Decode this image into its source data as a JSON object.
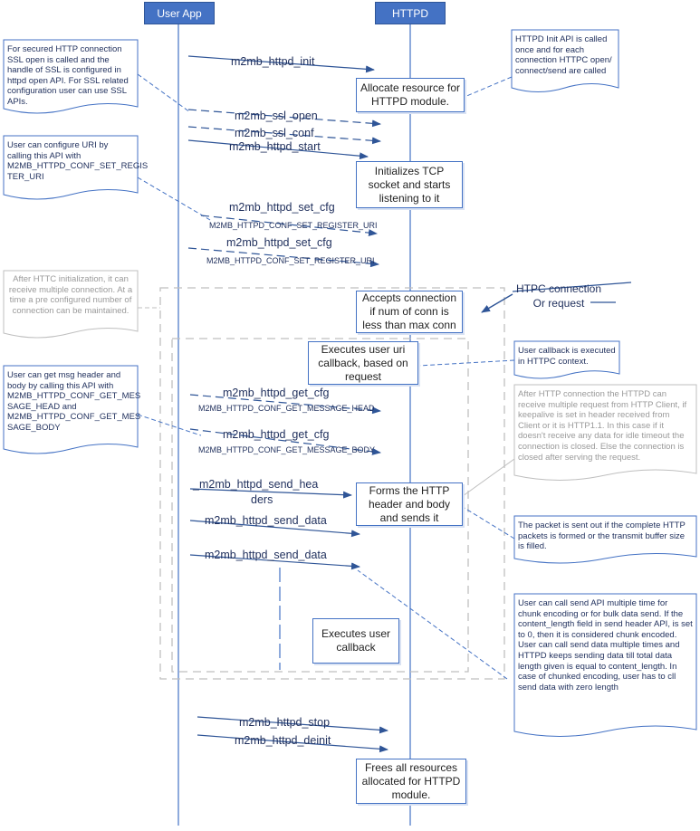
{
  "lanes": {
    "user_app": "User App",
    "httpd": "HTTPD"
  },
  "messages": {
    "init": "m2mb_httpd_init",
    "ssl_open": "m2mb_ssl_open",
    "ssl_conf": "m2mb_ssl_conf",
    "start": "m2mb_httpd_start",
    "set_cfg_1": "m2mb_httpd_set_cfg",
    "set_cfg_1_param": "M2MB_HTTPD_CONF_SET_REGISTER_URI",
    "set_cfg_2": "m2mb_httpd_set_cfg",
    "set_cfg_2_param": "M2MB_HTTPD_CONF_SET_REGISTER_URI",
    "get_cfg_1": "m2mb_httpd_get_cfg",
    "get_cfg_1_param": "M2MB_HTTPD_CONF_GET_MESSAGE_HEAD",
    "get_cfg_2": "m2mb_httpd_get_cfg",
    "get_cfg_2_param": "M2MB_HTTPD_CONF_GET_MESSAGE_BODY",
    "send_headers_1": "_m2mb_httpd_send_hea",
    "send_headers_2": "ders",
    "send_data_1": "m2mb_httpd_send_data",
    "send_data_2": "m2mb_httpd_send_data",
    "stop": "m2mb_httpd_stop",
    "deinit": "m2mb_httpd_deinit"
  },
  "activations": {
    "allocate": "Allocate resource for HTTPD module.",
    "init_tcp": "Initializes TCP socket and starts listening to it",
    "accept": "Accepts connection if num of conn is less than max conn",
    "exec_uri": "Executes user uri callback, based on request",
    "forms": "Forms the HTTP header and body and sends it",
    "exec_cb": "Executes user callback",
    "frees": "Frees all resources allocated for HTTPD module."
  },
  "notes": {
    "init_api": "HTTPD Init API is called once and for each connection HTTPC open/ connect/send are called",
    "ssl": "For secured HTTP connection SSL open is called and the handle of SSL is configured in httpd open API. For SSL related configuration user can use SSL APIs.",
    "uri": "User can configure URI by calling this API with M2MB_HTTPD_CONF_SET_REGIS TER_URI",
    "multi_conn": "After HTTC initialization, it can receive multiple connection. At a time a pre configured number of connection can be maintained.",
    "callback_ctx": "User callback is executed in HTTPC context.",
    "msg_header": "User can get msg header and body by calling this API with M2MB_HTTPD_CONF_GET_MES SAGE_HEAD and M2MB_HTTPD_CONF_GET_MES SAGE_BODY",
    "keepalive": "After HTTP connection the HTTPD can receive multiple request from HTTP Client, if keepalive is set in header received from Client or it is HTTP1.1. In this case if it doesn't receive any data for idle timeout the connection is closed. Else the connection is closed after serving the request.",
    "packet": "The packet is sent out if the complete HTTP packets is formed or the transmit buffer size is filled.",
    "send_api": "User can call send API multiple time for chunk encoding or for bulk data send. If the content_length field in send header API, is set to 0, then it is considered chunk encoded. User can call send data multiple times and HTTPD keeps sending data till total data length given is equal to content_length. In case of chunked encoding, user has to cll send data with zero length"
  },
  "external": {
    "label_1": "HTPC connection",
    "label_2": "Or request"
  },
  "colors": {
    "lane": "#4472c4",
    "line": "#2f5597",
    "dashed_frame": "#bfbfbf",
    "note_border": "#4472c4"
  }
}
